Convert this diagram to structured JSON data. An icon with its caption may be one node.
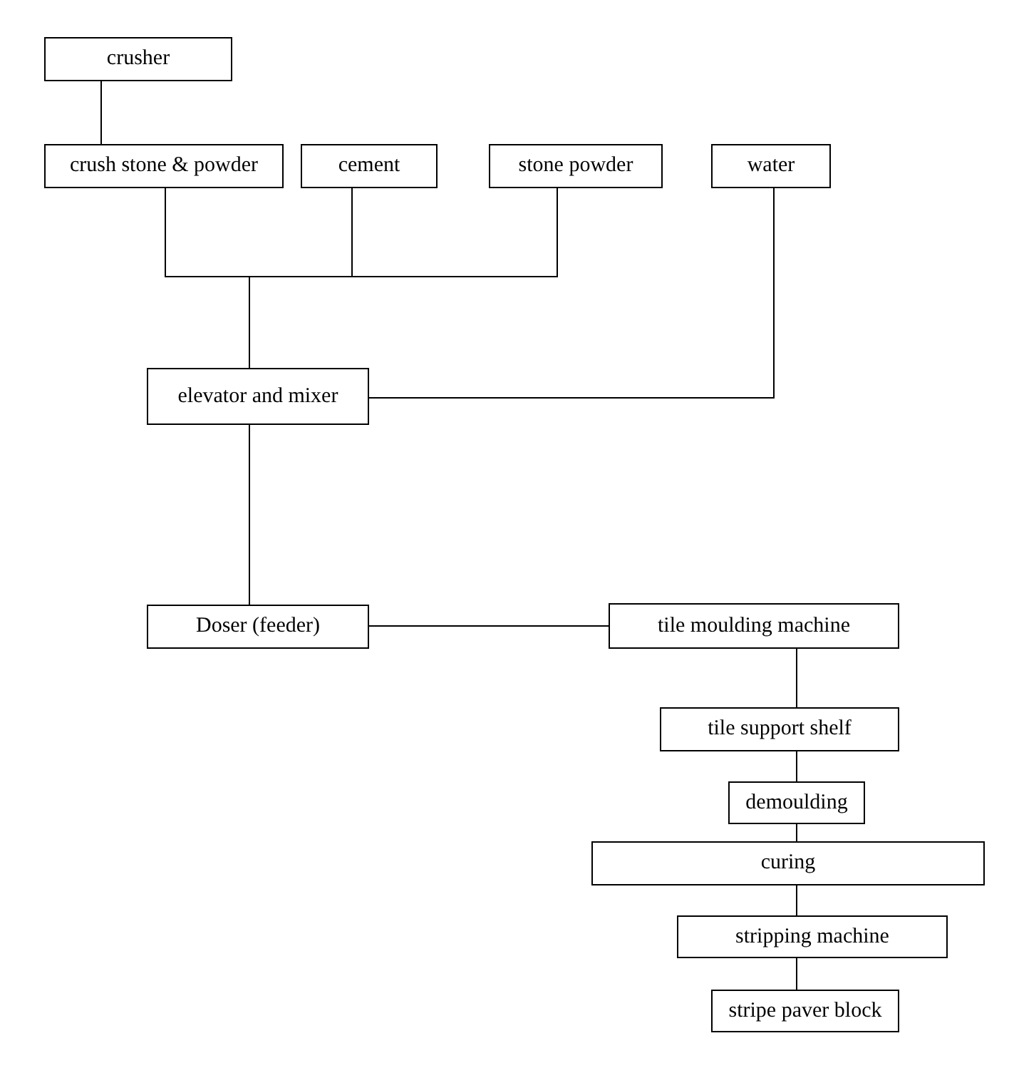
{
  "diagram": {
    "nodes": [
      {
        "text": [
          "crusher"
        ]
      },
      {
        "text": [
          "crush stone & powder"
        ]
      },
      {
        "text": [
          "cement"
        ]
      },
      {
        "text": [
          "stone powder"
        ]
      },
      {
        "text": [
          "water"
        ]
      },
      {
        "text": [
          "elevator and mixer"
        ]
      },
      {
        "text": [
          "Doser (feeder)"
        ]
      },
      {
        "text": [
          "tile moulding machine"
        ]
      },
      {
        "text": [
          "tile support shelf"
        ]
      },
      {
        "text": [
          "demoulding"
        ]
      },
      {
        "text": [
          "curing"
        ]
      },
      {
        "text": [
          "stripping machine"
        ]
      },
      {
        "text": [
          "stripe paver block"
        ]
      }
    ],
    "edges": [
      {
        "from": 0,
        "to": 1,
        "arrow": "none"
      },
      {
        "from": 1,
        "to": 5,
        "arrow": "none"
      },
      {
        "from": 2,
        "to": 5,
        "arrow": "none"
      },
      {
        "from": 3,
        "to": 5,
        "arrow": "none"
      },
      {
        "from": 4,
        "to": 5,
        "arrow": "none"
      },
      {
        "from": 5,
        "to": 6,
        "arrow": "none"
      },
      {
        "from": 6,
        "to": 7,
        "arrow": "none"
      },
      {
        "from": 7,
        "to": 8,
        "arrow": "none"
      },
      {
        "from": 8,
        "to": 9,
        "arrow": "none"
      },
      {
        "from": 9,
        "to": 10,
        "arrow": "none"
      },
      {
        "from": 10,
        "to": 11,
        "arrow": "none"
      },
      {
        "from": 11,
        "to": 12,
        "arrow": "none"
      }
    ]
  }
}
